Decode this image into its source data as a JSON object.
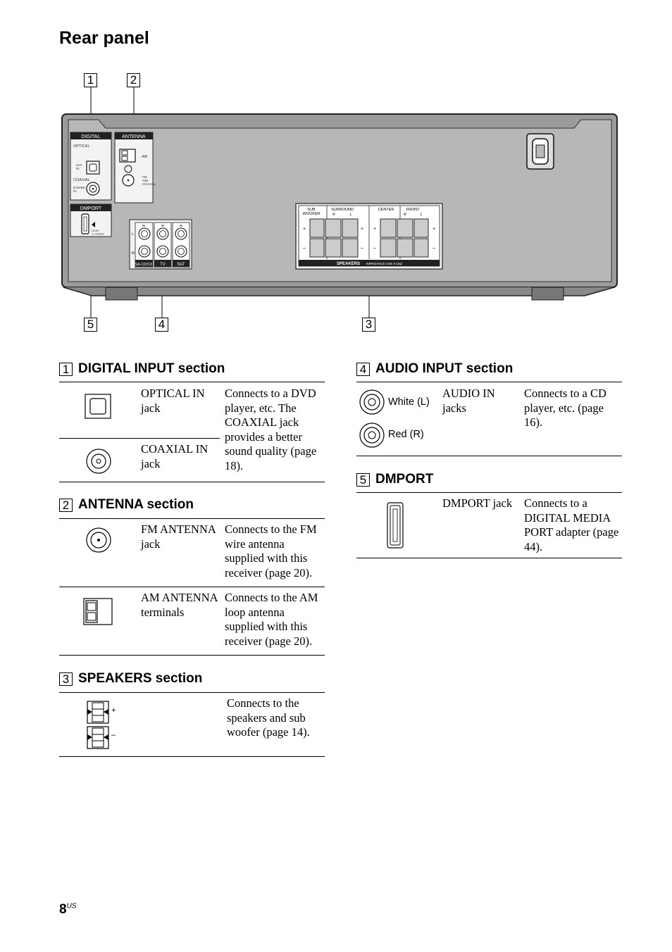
{
  "page_title": "Rear panel",
  "callouts": [
    "1",
    "2",
    "3",
    "4",
    "5"
  ],
  "panel": {
    "digital_label": "DIGITAL",
    "optical_label": "OPTICAL",
    "sat_in_label": "SAT\nIN",
    "coaxial_label": "COAXIAL",
    "dvdbd_in_label": "DVD/BD\nIN",
    "antenna_label": "ANTENNA",
    "am_label": "AM",
    "fm_label": "FM\n75Ω\nCOAXIAL",
    "dmport_label": "DMPORT",
    "dmport_rating": "DC5V\n0.7A MAX",
    "in_label": "IN",
    "l_label": "L",
    "r_label": "R",
    "sacd_label": "SA-CD/CD",
    "tv_label": "TV",
    "sat_label": "SAT",
    "sub_woofer_label": "SUB\nWOOFER",
    "surround_label": "SURROUND",
    "center_label": "CENTER",
    "front_label": "FRONT",
    "speakers_label": "SPEAKERS",
    "impedance_label": "IMPEDANCE USE 6-16Ω"
  },
  "sections": {
    "digital": {
      "number": "1",
      "title": "DIGITAL INPUT section",
      "rows": [
        {
          "name": "OPTICAL IN jack"
        },
        {
          "name": "COAXIAL IN jack"
        }
      ],
      "description": "Connects to a DVD player, etc. The COAXIAL jack provides a better sound quality (page 18)."
    },
    "antenna": {
      "number": "2",
      "title": "ANTENNA section",
      "rows": [
        {
          "name": "FM ANTENNA jack",
          "description": "Connects to the FM wire antenna supplied with this receiver (page 20)."
        },
        {
          "name": "AM ANTENNA terminals",
          "description": "Connects to the AM loop antenna supplied with this receiver (page 20)."
        }
      ]
    },
    "speakers": {
      "number": "3",
      "title": "SPEAKERS section",
      "plus": "+",
      "minus": "–",
      "description": "Connects to the speakers and sub woofer (page 14)."
    },
    "audio": {
      "number": "4",
      "title": "AUDIO INPUT section",
      "white_label": "White (L)",
      "red_label": "Red (R)",
      "name": "AUDIO IN jacks",
      "description": "Connects to a CD player, etc. (page 16)."
    },
    "dmport": {
      "number": "5",
      "title": "DMPORT",
      "name": "DMPORT jack",
      "description": "Connects to a DIGITAL MEDIA PORT adapter (page 44)."
    }
  },
  "footer": {
    "page_number": "8",
    "region": "US"
  }
}
